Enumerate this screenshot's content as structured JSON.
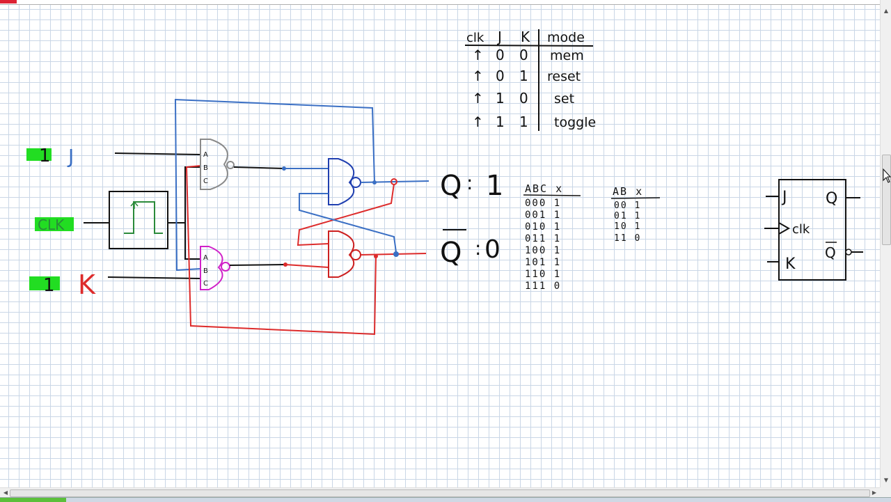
{
  "inputs": {
    "j_value": "1",
    "j_label": "J",
    "clk_label": "CLK",
    "k_value": "1",
    "k_label": "K"
  },
  "gate_pins": [
    "A",
    "B",
    "C"
  ],
  "outputs": {
    "q_label": "Q",
    "q_sep": ":",
    "q_value": "1",
    "qbar_label": "Q",
    "qbar_sep": ":",
    "qbar_value": "0"
  },
  "jk_table": {
    "headers": [
      "clk",
      "J",
      "K",
      "mode"
    ],
    "rows": [
      [
        "↑",
        "0",
        "0",
        "mem"
      ],
      [
        "↑",
        "0",
        "1",
        "reset"
      ],
      [
        "↑",
        "1",
        "0",
        "set"
      ],
      [
        "↑",
        "1",
        "1",
        "toggle"
      ]
    ]
  },
  "nand3_table": {
    "header": "ABC x",
    "rows": [
      "000 1",
      "001 1",
      "010 1",
      "011 1",
      "100 1",
      "101 1",
      "110 1",
      "111 0"
    ]
  },
  "nand2_table": {
    "header": "AB x",
    "rows": [
      "00 1",
      "01 1",
      "10 1",
      "11 0"
    ]
  },
  "symbol": {
    "j": "J",
    "clk": "clk",
    "k": "K",
    "q": "Q",
    "qbar": "Q"
  },
  "colors": {
    "grid": "#c9d6e6",
    "highlight": "#22dd22",
    "j_wire": "#3a6fc4",
    "k_wire": "#dd2b2b",
    "gate_gray": "#8a8a8a",
    "gate_magenta": "#d020c8",
    "gate_blue": "#1f3fb0",
    "gate_red": "#cc2020",
    "clk_pulse": "#2a8a3a",
    "ink": "#111111"
  }
}
